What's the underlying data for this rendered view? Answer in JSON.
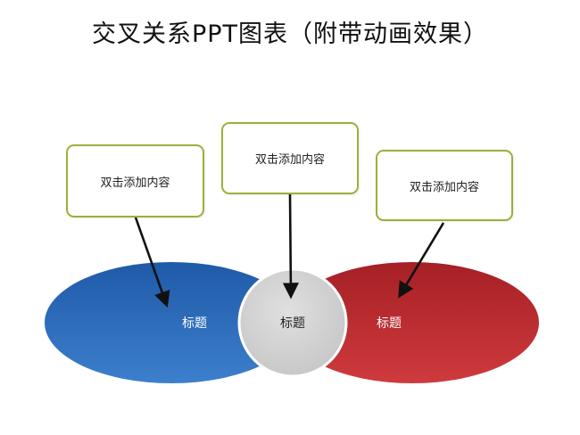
{
  "title": "交叉关系PPT图表（附带动画效果）",
  "callouts": {
    "left": "双击添加内容",
    "center": "双击添加内容",
    "right": "双击添加内容"
  },
  "ellipses": {
    "left": {
      "label": "标题",
      "color": "#2f67b5"
    },
    "center": {
      "label": "标题",
      "color": "#d2d2d2"
    },
    "right": {
      "label": "标题",
      "color": "#b8292c"
    }
  },
  "colors": {
    "callout_border": "#9bb03a",
    "arrow": "#111111"
  }
}
